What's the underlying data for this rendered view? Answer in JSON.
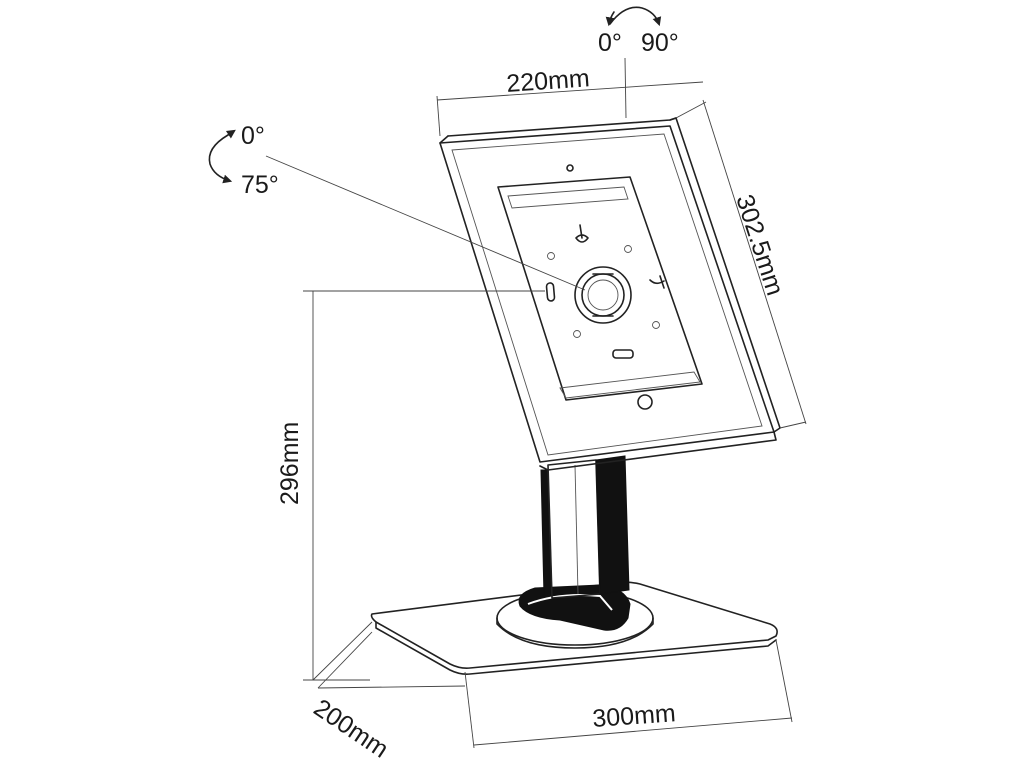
{
  "tilt": {
    "start": "0°",
    "end": "75°"
  },
  "rotation": {
    "start": "0°",
    "end": "90°"
  },
  "dimensions": {
    "panel_width": "220mm",
    "panel_height": "302.5mm",
    "total_height": "296mm",
    "base_depth": "200mm",
    "base_width": "300mm"
  },
  "colors": {
    "line": "#222222",
    "background": "#ffffff"
  }
}
